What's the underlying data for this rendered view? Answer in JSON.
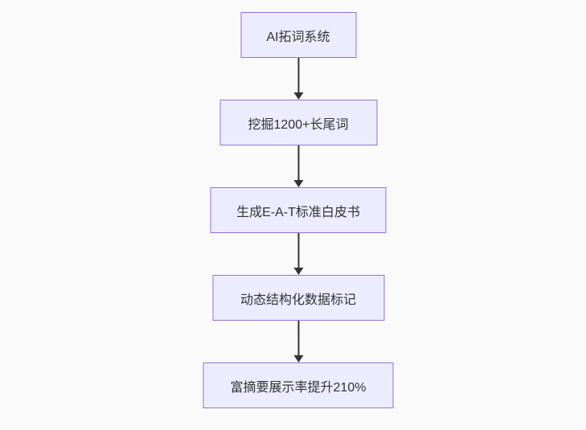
{
  "diagram": {
    "type": "flowchart-vertical",
    "nodes": [
      {
        "id": "A",
        "label": "AI拓词系统"
      },
      {
        "id": "B",
        "label": "挖掘1200+长尾词"
      },
      {
        "id": "C",
        "label": "生成E-A-T标准白皮书"
      },
      {
        "id": "D",
        "label": "动态结构化数据标记"
      },
      {
        "id": "E",
        "label": "富摘要展示率提升210%"
      }
    ],
    "edges": [
      {
        "from": "A",
        "to": "B"
      },
      {
        "from": "B",
        "to": "C"
      },
      {
        "from": "C",
        "to": "D"
      },
      {
        "from": "D",
        "to": "E"
      }
    ],
    "colors": {
      "node_fill": "#ECECFF",
      "node_border": "#9370DB",
      "arrow": "#333333",
      "text": "#333333",
      "background": "#fafafa"
    }
  }
}
